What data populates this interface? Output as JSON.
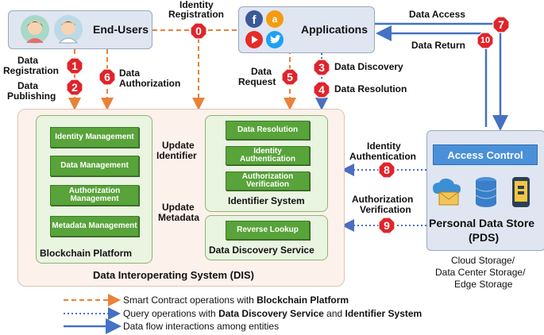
{
  "entities": {
    "end_users": "End-Users",
    "applications": "Applications",
    "dis": "Data Interoperating System (DIS)",
    "blockchain": "Blockchain Platform",
    "identifier_system": "Identifier System",
    "dds": "Data Discovery Service",
    "access_control": "Access Control",
    "pds_line1": "Personal Data Store",
    "pds_line2": "(PDS)",
    "storage_line1": "Cloud Storage/",
    "storage_line2": "Data Center Storage/",
    "storage_line3": "Edge Storage"
  },
  "blockchain_modules": [
    "Identity Management",
    "Data Management",
    "Authorization Management",
    "Metadata Management"
  ],
  "identifier_modules": [
    "Data Resolution",
    "Identity Authentication",
    "Authorization Verification"
  ],
  "dds_modules": [
    "Reverse Lookup"
  ],
  "steps": {
    "s0": {
      "num": "0",
      "l1": "Identity",
      "l2": "Registration"
    },
    "s1": {
      "num": "1",
      "l1": "Data",
      "l2": "Registration"
    },
    "s2": {
      "num": "2",
      "l1": "Data",
      "l2": "Publishing"
    },
    "s3": {
      "num": "3",
      "label": "Data Discovery"
    },
    "s4": {
      "num": "4",
      "label": "Data Resolution"
    },
    "s5": {
      "num": "5",
      "l1": "Data",
      "l2": "Request"
    },
    "s6": {
      "num": "6",
      "l1": "Data",
      "l2": "Authorization"
    },
    "s7": {
      "num": "7",
      "label": "Data Access"
    },
    "s8": {
      "num": "8",
      "l1": "Identity",
      "l2": "Authentication"
    },
    "s9": {
      "num": "9",
      "l1": "Authorization",
      "l2": "Verification"
    },
    "s10": {
      "num": "10",
      "label": "Data Return"
    }
  },
  "updates": {
    "u1_l1": "Update",
    "u1_l2": "Identifier",
    "u2_l1": "Update",
    "u2_l2": "Metadata"
  },
  "legend": {
    "l1_pre": "Smart Contract operations with ",
    "l1_bold": "Blockchain Platform",
    "l2_pre": "Query operations with ",
    "l2_bold1": "Data Discovery Service",
    "l2_mid": " and ",
    "l2_bold2": "Identifier System",
    "l3": "Data flow interactions among entities"
  },
  "colors": {
    "orange": "#e8823a",
    "blue_dotted": "#4a6fc0",
    "blue_solid": "#4472c4",
    "red_badge": "#e0242b",
    "green": "#58a33a",
    "access_control": "#4a90d9"
  },
  "icons": [
    "female-user-icon",
    "male-user-icon",
    "facebook-icon",
    "amazon-icon",
    "youtube-icon",
    "twitter-icon",
    "cloud-email-icon",
    "database-icon",
    "mobile-storage-icon"
  ]
}
